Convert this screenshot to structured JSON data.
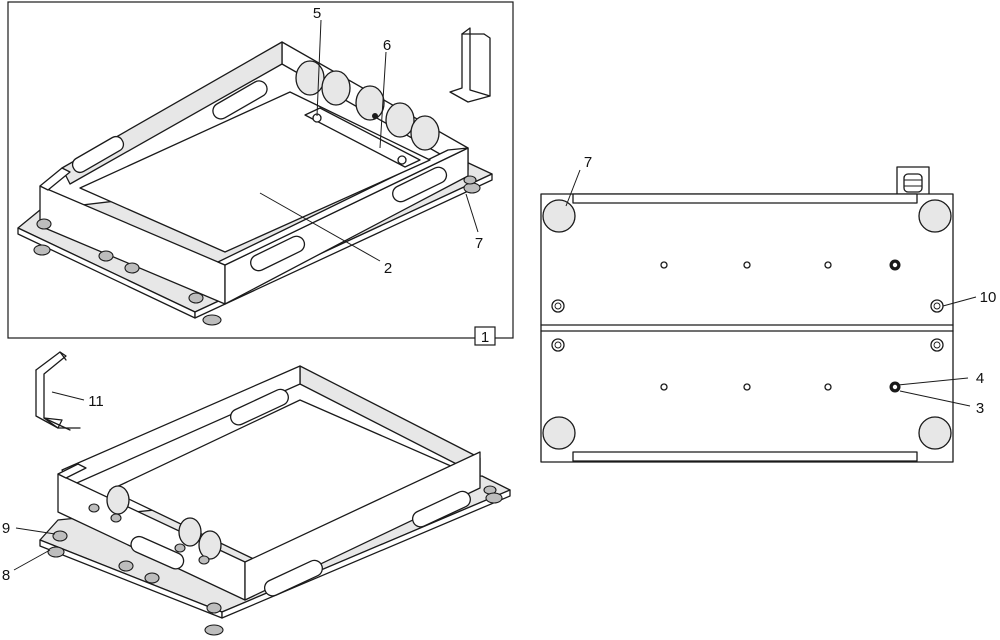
{
  "callouts": {
    "c1": "1",
    "c2": "2",
    "c3": "3",
    "c4": "4",
    "c5": "5",
    "c6": "6",
    "c7a": "7",
    "c7b": "7",
    "c8": "8",
    "c9": "9",
    "c10": "10",
    "c11": "11"
  },
  "colors": {
    "line": "#1a1a1a",
    "background": "#ffffff",
    "shading": "#bdbdbd"
  }
}
